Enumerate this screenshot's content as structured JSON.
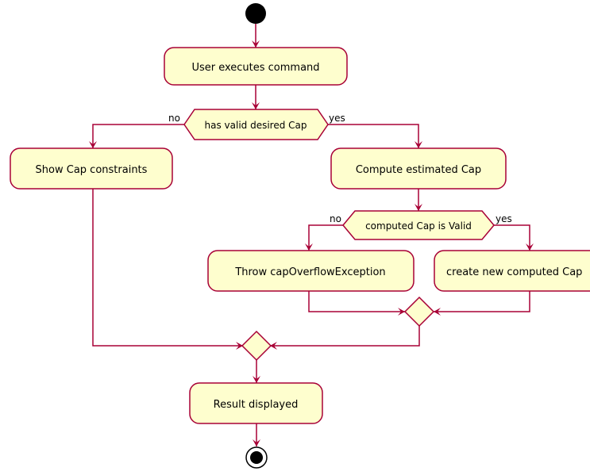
{
  "colors": {
    "node_fill": "#FEFECE",
    "stroke": "#A80036",
    "start_fill": "#000000"
  },
  "nodes": {
    "user_executes": "User executes command",
    "show_constraints": "Show Cap constraints",
    "compute_cap": "Compute estimated Cap",
    "throw_exception": "Throw capOverflowException",
    "create_new": "create new computed Cap",
    "result_displayed": "Result displayed"
  },
  "decisions": {
    "has_valid": "has valid desired Cap",
    "computed_valid": "computed Cap is Valid"
  },
  "branches": {
    "no": "no",
    "yes": "yes"
  }
}
